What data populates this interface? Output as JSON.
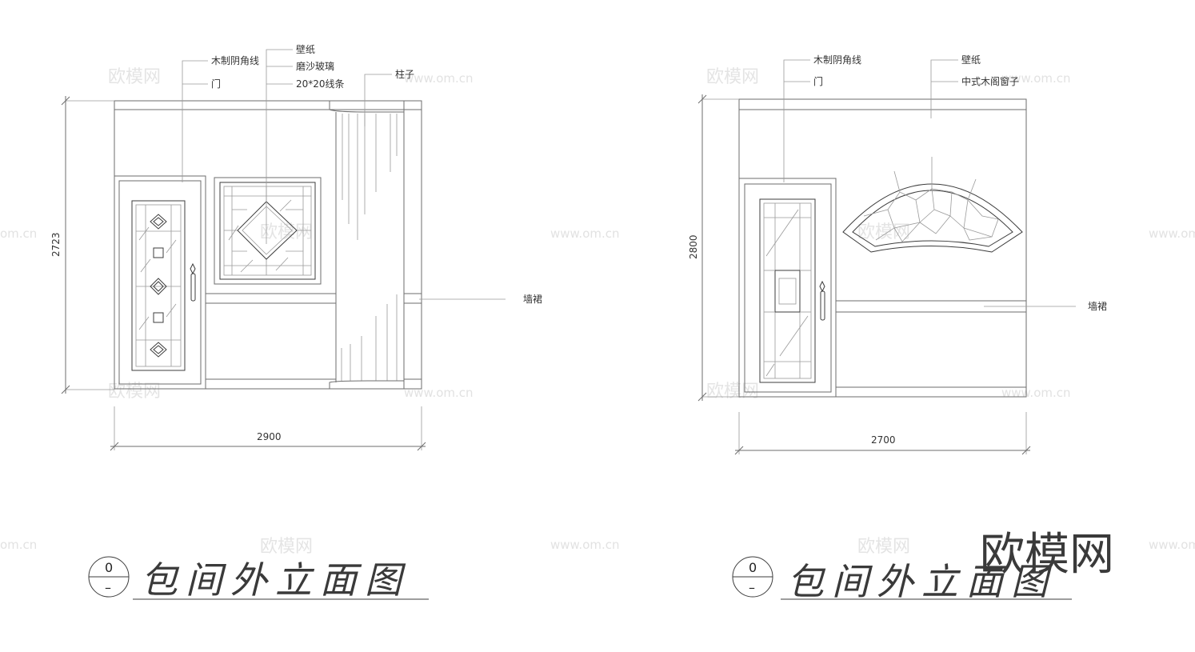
{
  "watermark": {
    "cn": "欧模网",
    "url": "www.om.cn",
    "url_fragment": "om.cn",
    "brand": "欧模网"
  },
  "left": {
    "labels": {
      "cornice": "木制阴角线",
      "door": "门",
      "wallpaper": "壁纸",
      "frosted_glass": "磨沙玻璃",
      "strip": "20*20线条",
      "column": "柱子",
      "skirting": "墙裙"
    },
    "dims": {
      "width": "2900",
      "height": "2723"
    },
    "tag": {
      "num": "0",
      "sub": "–"
    },
    "title": "包间外立面图"
  },
  "right": {
    "labels": {
      "cornice": "木制阴角线",
      "door": "门",
      "wallpaper": "壁纸",
      "window": "中式木阁窗子",
      "skirting": "墙裙"
    },
    "dims": {
      "width": "2700",
      "height": "2800"
    },
    "tag": {
      "num": "0",
      "sub": "–"
    },
    "title": "包间外立面图"
  }
}
